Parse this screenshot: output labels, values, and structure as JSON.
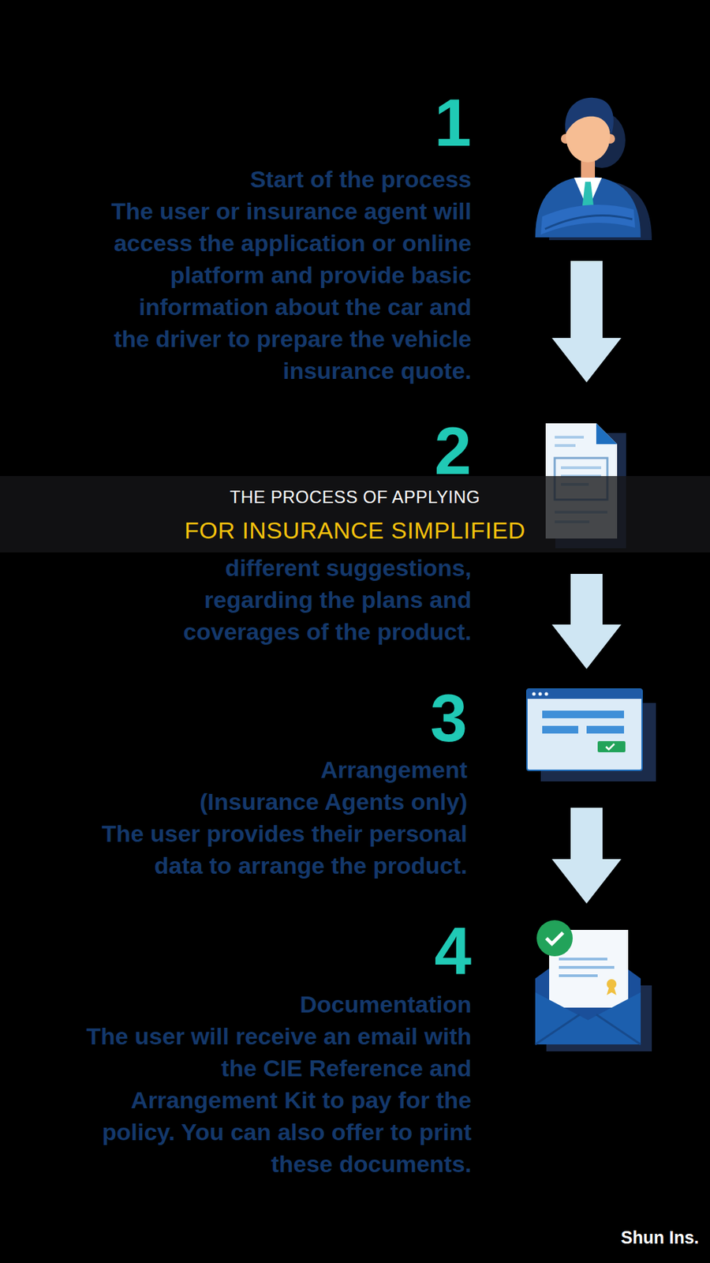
{
  "diagram": {
    "nodes": [
      {
        "text": [
          "1",
          "Start of the process",
          "The user or insurance agent will access the application or online platform and provide basic information about the car and the driver to prepare the vehicle insurance quote."
        ]
      },
      {
        "text": [
          "2",
          "different suggestions, regarding the plans and coverages of the product."
        ]
      },
      {
        "text": [
          "3",
          "Arrangement (Insurance Agents only)",
          "The user provides their personal data to arrange the product."
        ]
      },
      {
        "text": [
          "4",
          "Documentation",
          "The user will receive an email with the CIE Reference and Arrangement Kit to pay for the policy. You can also offer to print these documents."
        ]
      }
    ],
    "edges": [
      {
        "from": 0,
        "to": 1,
        "arrow": "to"
      },
      {
        "from": 1,
        "to": 2,
        "arrow": "to"
      },
      {
        "from": 2,
        "to": 3,
        "arrow": "to"
      }
    ],
    "labels": [
      "THE PROCESS OF APPLYING",
      "FOR INSURANCE SIMPLIFIED",
      "Shun Ins."
    ]
  }
}
